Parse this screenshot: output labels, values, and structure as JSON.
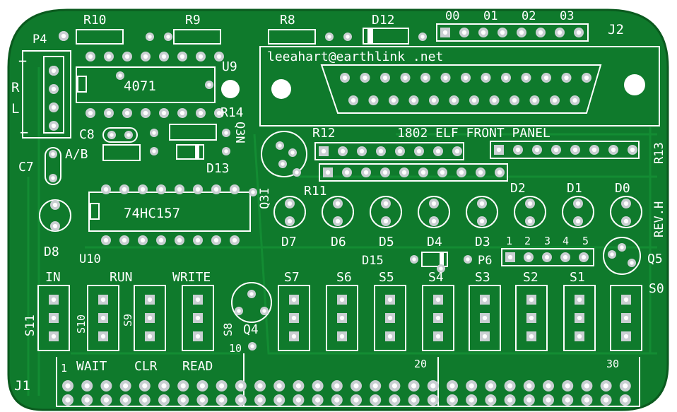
{
  "colors": {
    "board": "#0f7a2c",
    "board_dark": "#0a5e20",
    "trace": "#138c33",
    "silk": "#ffffff",
    "pad": "#c9cfd2",
    "hole": "#ffffff"
  },
  "labels": {
    "p4": "P4",
    "r10": "R10",
    "r9": "R9",
    "r8": "R8",
    "d12": "D12",
    "o0": "00",
    "o1": "01",
    "o2": "02",
    "o3": "03",
    "j2": "J2",
    "plus": "+",
    "r": "R",
    "l": "L",
    "minus": "−",
    "u9": "U9",
    "ic4071": "4071",
    "email": "leeahart@earthlink .net",
    "r14": "R14",
    "c8": "C8",
    "q3n": "Q3N",
    "ab": "A/B",
    "d13": "D13",
    "c7": "C7",
    "r12": "R12",
    "title": "1802 ELF FRONT PANEL",
    "r13": "R13",
    "q31": "Q3I",
    "r11": "R11",
    "ic74hc157": "74HC157",
    "d2": "D2",
    "d1": "D1",
    "d0": "D0",
    "rev": "REV.H",
    "d8": "D8",
    "d7": "D7",
    "d6": "D6",
    "d5": "D5",
    "d4": "D4",
    "d3": "D3",
    "d15": "D15",
    "p6": "P6",
    "n1": "1",
    "n2": "2",
    "n3": "3",
    "n4": "4",
    "n5": "5",
    "q5": "Q5",
    "u10": "U10",
    "run": "RUN",
    "write": "WRITE",
    "in": "IN",
    "s7": "S7",
    "s6": "S6",
    "s5": "S5",
    "s4": "S4",
    "s3": "S3",
    "s2": "S2",
    "s1": "S1",
    "s0": "S0",
    "s11": "S11",
    "s10": "S10",
    "s9": "S9",
    "s8": "S8",
    "q4": "Q4",
    "n10": "10",
    "n20": "20",
    "n30": "30",
    "j1": "J1",
    "pin1": "1",
    "wait": "WAIT",
    "clr": "CLR",
    "read": "READ"
  }
}
